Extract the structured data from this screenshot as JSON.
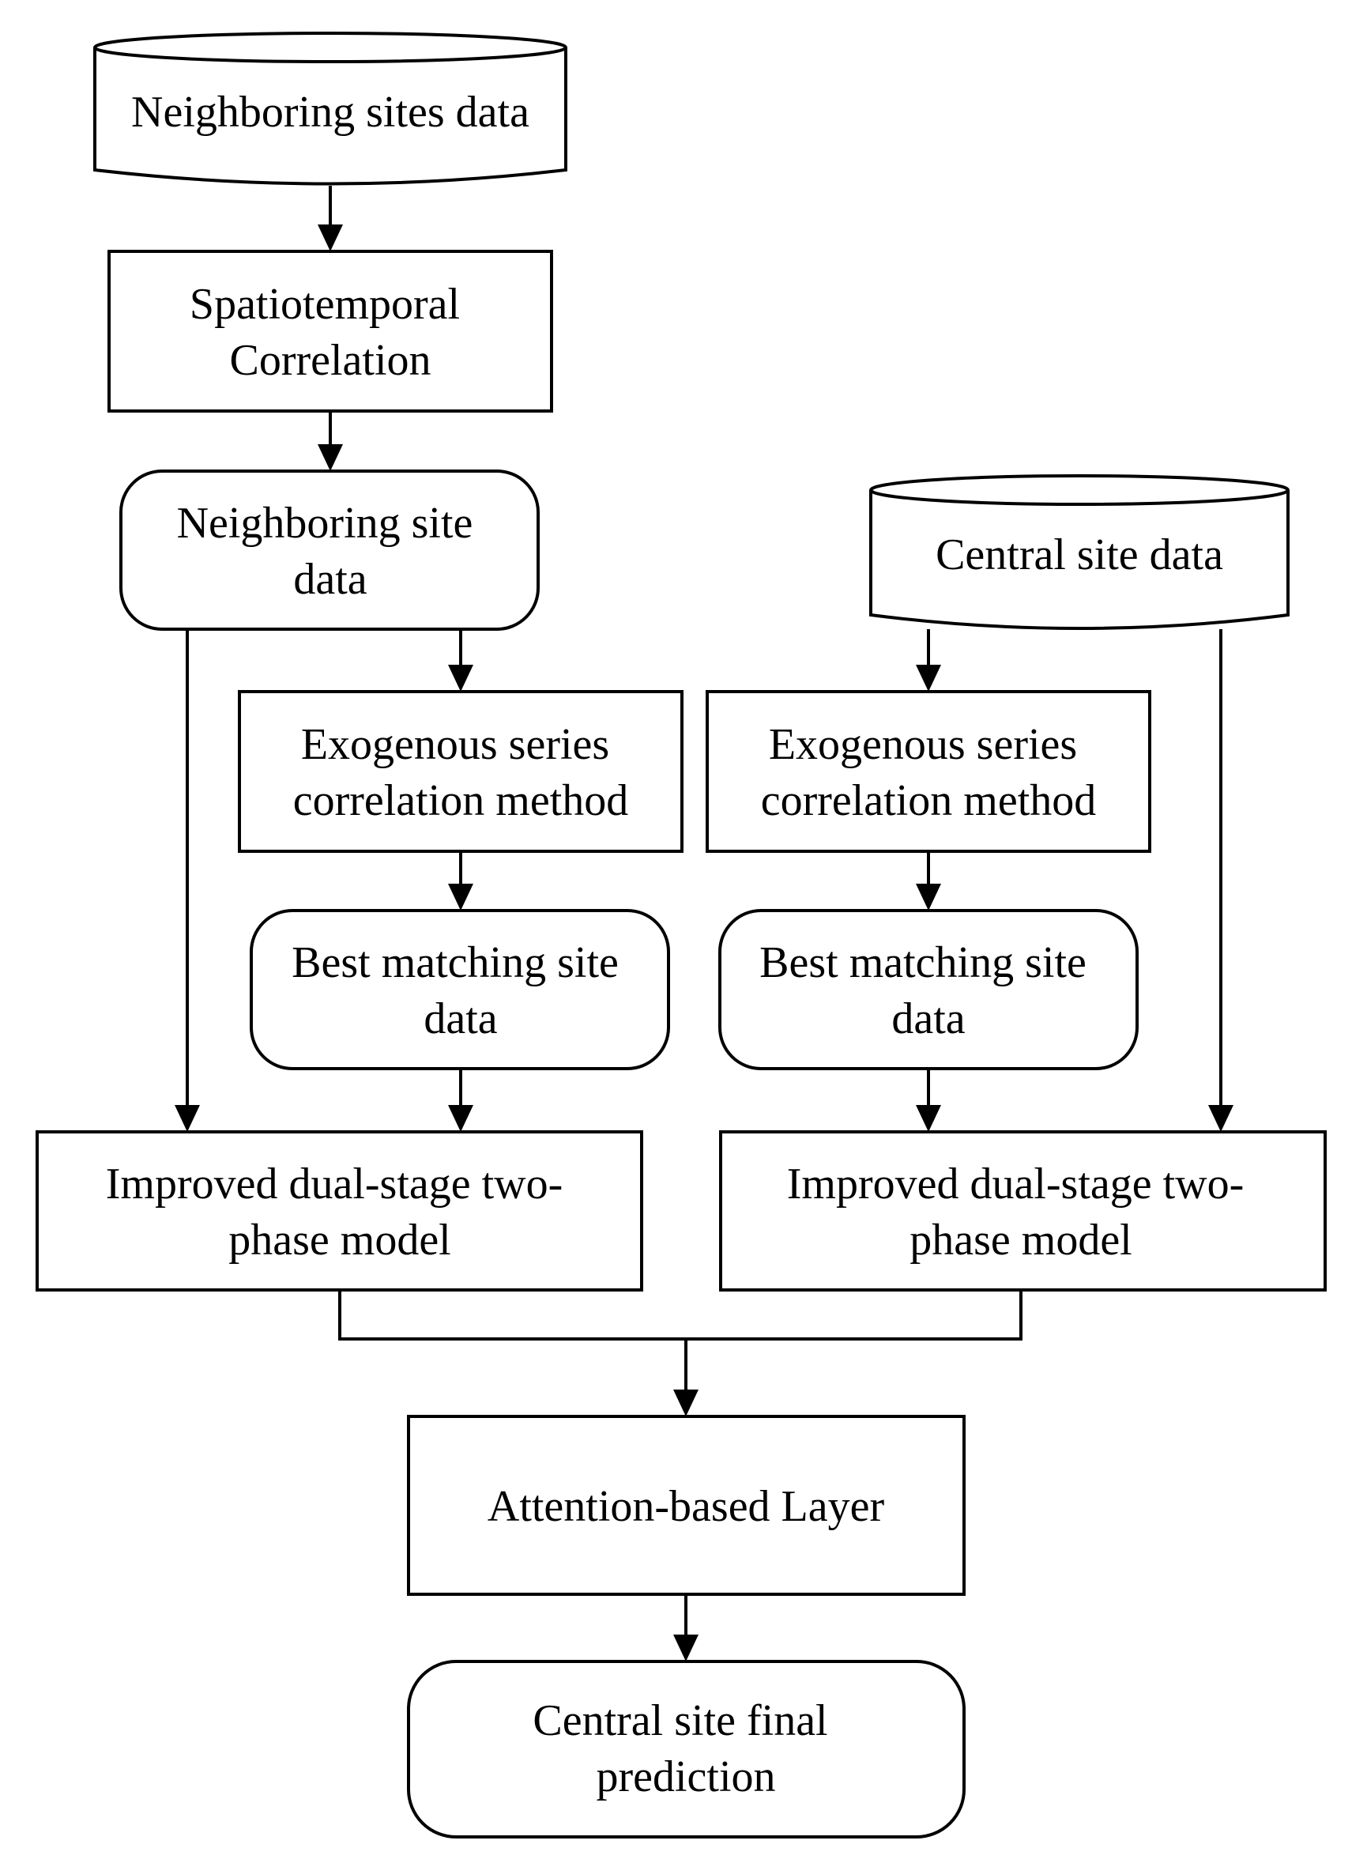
{
  "nodes": {
    "neighboring_sites_db": {
      "lines": [
        "Neighboring sites data"
      ]
    },
    "spatiotemporal": {
      "lines": [
        "Spatiotemporal",
        "Correlation"
      ]
    },
    "neighboring_site_data": {
      "lines": [
        "Neighboring site",
        "data"
      ]
    },
    "central_site_db": {
      "lines": [
        "Central site data"
      ]
    },
    "exo_left": {
      "lines": [
        "Exogenous series",
        "correlation method"
      ]
    },
    "exo_right": {
      "lines": [
        "Exogenous series",
        "correlation method"
      ]
    },
    "best_left": {
      "lines": [
        "Best matching site",
        "data"
      ]
    },
    "best_right": {
      "lines": [
        "Best matching site",
        "data"
      ]
    },
    "model_left": {
      "lines": [
        "Improved dual-stage two-",
        "phase model"
      ]
    },
    "model_right": {
      "lines": [
        "Improved dual-stage two-",
        "phase model"
      ]
    },
    "attention": {
      "lines": [
        "Attention-based Layer"
      ]
    },
    "final": {
      "lines": [
        "Central site final",
        "prediction"
      ]
    }
  }
}
